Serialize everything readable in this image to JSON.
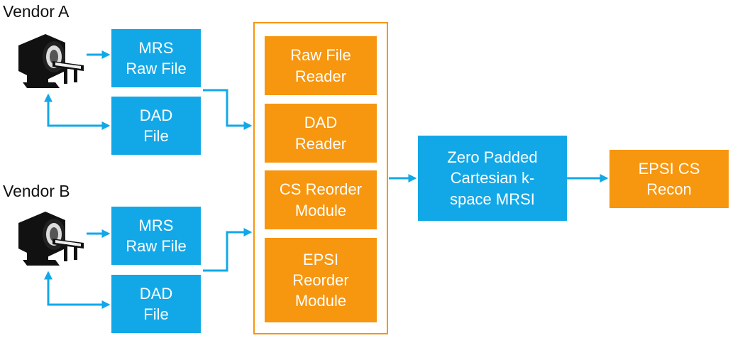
{
  "vendor_a": {
    "label": "Vendor A",
    "scanner_icon": "mri-scanner-icon",
    "mrs_raw": [
      "MRS",
      "Raw File"
    ],
    "dad": [
      "DAD",
      "File"
    ]
  },
  "vendor_b": {
    "label": "Vendor B",
    "scanner_icon": "mri-scanner-icon",
    "mrs_raw": [
      "MRS",
      "Raw File"
    ],
    "dad": [
      "DAD",
      "File"
    ]
  },
  "modules": {
    "raw_file_reader": [
      "Raw File",
      "Reader"
    ],
    "dad_reader": [
      "DAD",
      "Reader"
    ],
    "cs_reorder": [
      "CS Reorder",
      "Module"
    ],
    "epsi_reorder": [
      "EPSI",
      "Reorder",
      "Module"
    ]
  },
  "zero_padded": [
    "Zero Padded",
    "Cartesian k-",
    "space MRSI"
  ],
  "epsi_cs_recon": [
    "EPSI CS",
    "Recon"
  ],
  "colors": {
    "blue": "#12a8e8",
    "orange": "#f7960f",
    "scanner": "#111111"
  }
}
